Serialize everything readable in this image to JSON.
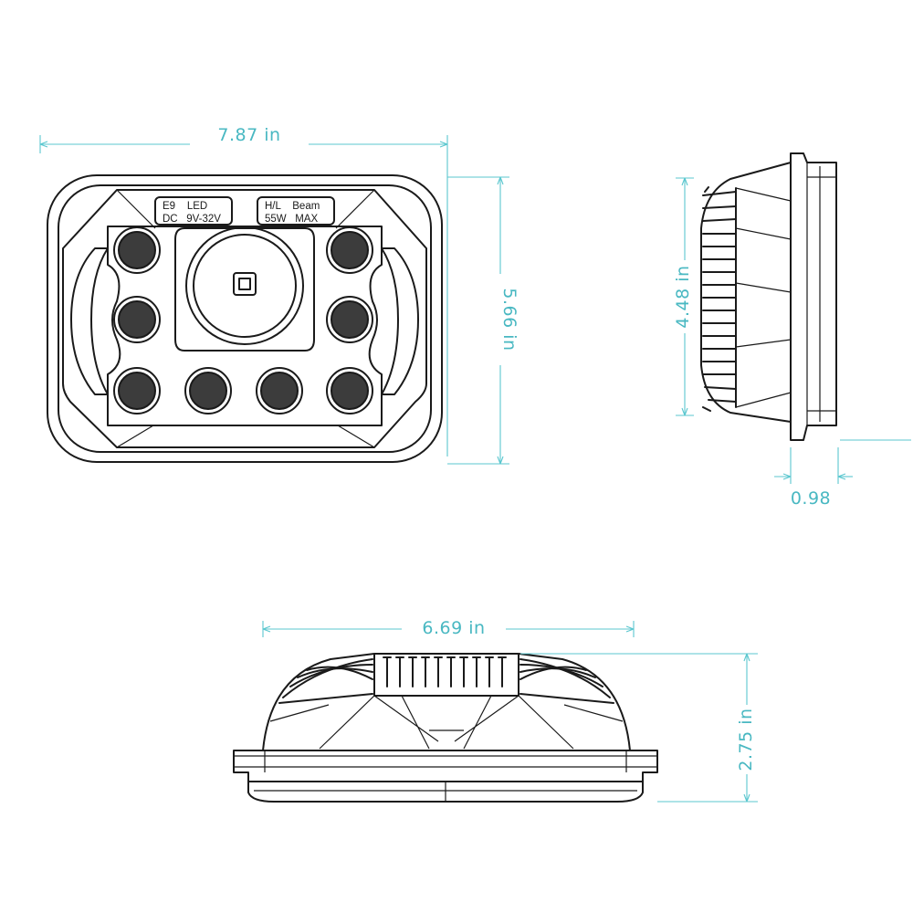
{
  "colors": {
    "line": "#1a1a1a",
    "dimension": "#5bc7cf",
    "led": "#3c3c3c"
  },
  "dimensions": {
    "front_width": "7.87 in",
    "front_height": "5.66 in",
    "side_height": "4.48 in",
    "side_depth": "0.98",
    "bottom_width": "6.69 in",
    "bottom_height": "2.75 in"
  },
  "labels": {
    "left_line1": "E9    LED",
    "left_line2": "DC   9V-32V",
    "right_line1": "H/L    Beam",
    "right_line2": "55W   MAX"
  }
}
